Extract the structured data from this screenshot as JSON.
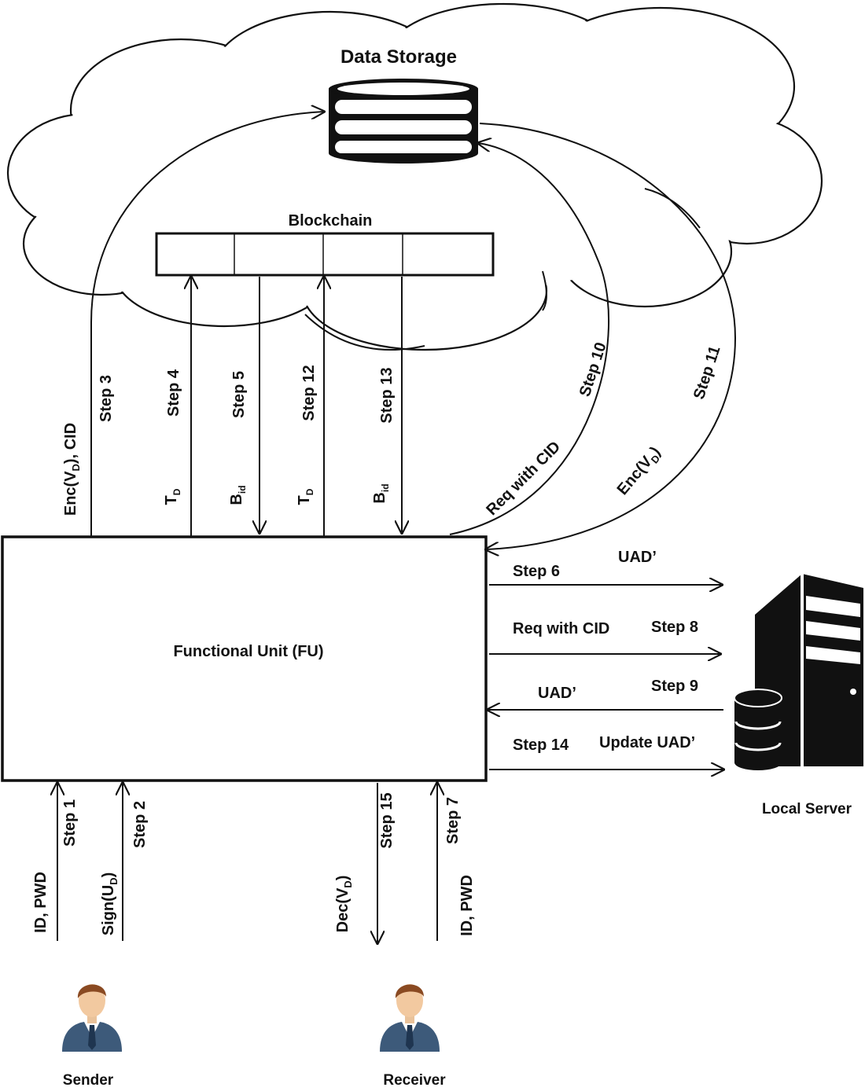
{
  "data_storage": {
    "title": "Data Storage"
  },
  "blockchain": {
    "title": "Blockchain"
  },
  "functional_unit": {
    "title": "Functional Unit (FU)"
  },
  "local_server": {
    "title": "Local Server"
  },
  "sender": {
    "label": "Sender"
  },
  "receiver": {
    "label": "Receiver"
  },
  "vertical_flows": {
    "step3": {
      "step": "Step 3",
      "payload": "Enc(V",
      "payload_sub": "D",
      "payload_tail": "), CID"
    },
    "step4": {
      "step": "Step 4",
      "payload": "T",
      "payload_sub": "D"
    },
    "step5": {
      "step": "Step 5",
      "payload": "B",
      "payload_sub": "id"
    },
    "step12": {
      "step": "Step 12",
      "payload": "T",
      "payload_sub": "D"
    },
    "step13": {
      "step": "Step 13",
      "payload": "B",
      "payload_sub": "id"
    }
  },
  "curved_flows": {
    "step10": {
      "step": "Step 10",
      "payload": "Req with CID"
    },
    "step11": {
      "step": "Step 11",
      "payload": "Enc(V",
      "payload_sub": "D",
      "payload_tail": ")"
    }
  },
  "server_flows": {
    "step6": {
      "step": "Step 6",
      "payload": "UAD’"
    },
    "step8": {
      "step": "Step 8",
      "payload": "Req with CID"
    },
    "step9": {
      "step": "Step 9",
      "payload": "UAD’"
    },
    "step14": {
      "step": "Step 14",
      "payload": "Update UAD’"
    }
  },
  "user_flows": {
    "step1": {
      "step": "Step 1",
      "payload": "ID, PWD"
    },
    "step2": {
      "step": "Step 2",
      "payload": "Sign(U",
      "payload_sub": "D",
      "payload_tail": ")"
    },
    "step15": {
      "step": "Step 15",
      "payload": "Dec(V",
      "payload_sub": "D",
      "payload_tail": ")"
    },
    "step7": {
      "step": "Step 7",
      "payload": "ID, PWD"
    }
  },
  "icons": {
    "database": "database-icon",
    "server": "server-icon",
    "person": "person-icon"
  }
}
